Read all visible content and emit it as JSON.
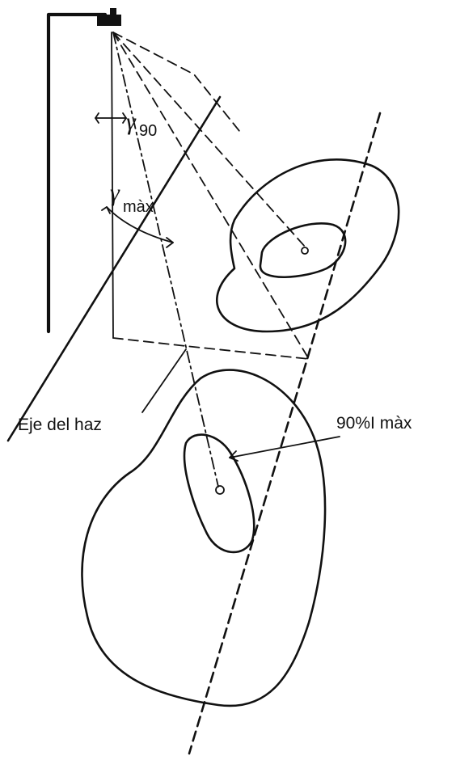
{
  "labels": {
    "gamma_symbol": "γ",
    "gamma_90_sub": "90",
    "gamma_max_sub": "màx",
    "beam_axis": "Eje del haz",
    "intensity_90": "90%I màx"
  },
  "colors": {
    "ink": "#111111",
    "background": "#ffffff"
  }
}
